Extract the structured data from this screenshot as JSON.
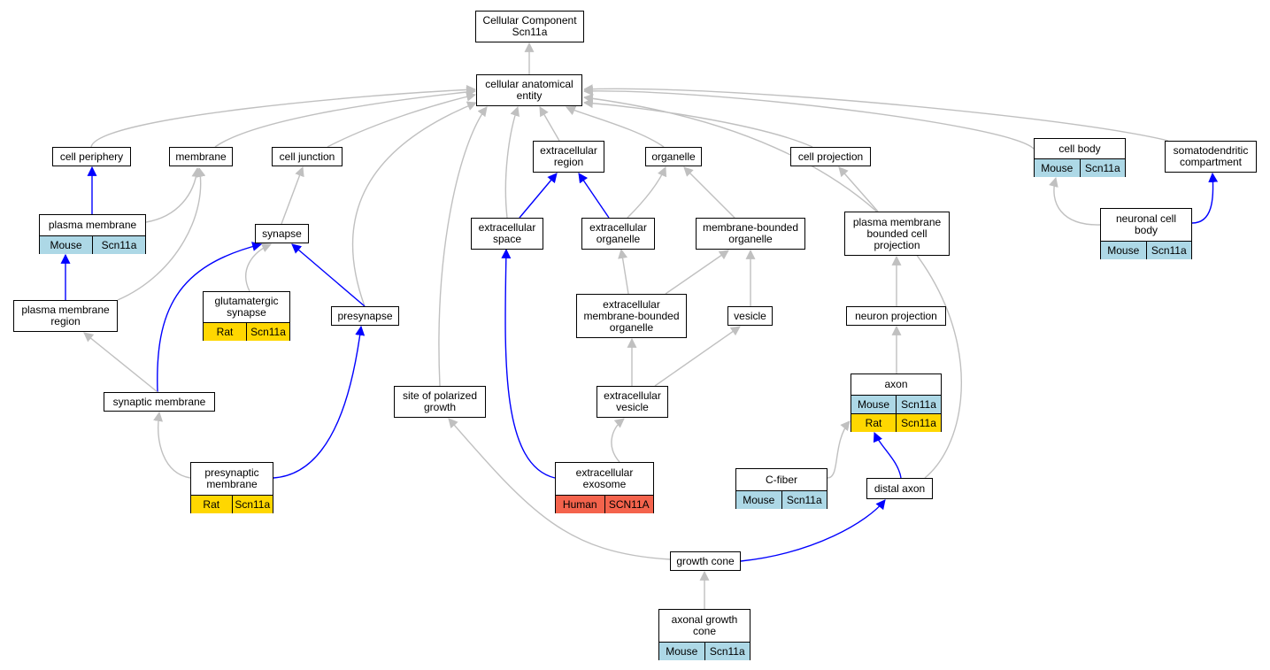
{
  "colors": {
    "edge_is_a": "#c0c0c0",
    "edge_part_of": "#0000ff",
    "mouse": "#add8e6",
    "rat": "#ffd700",
    "human": "#f4634c"
  },
  "nodes": {
    "root": {
      "label": "Cellular Component\nScn11a"
    },
    "cae": {
      "label": "cellular anatomical\nentity"
    },
    "periphery": {
      "label": "cell periphery"
    },
    "membrane": {
      "label": "membrane"
    },
    "junction": {
      "label": "cell junction"
    },
    "ecregion": {
      "label": "extracellular\nregion"
    },
    "organelle": {
      "label": "organelle"
    },
    "cellproj": {
      "label": "cell projection"
    },
    "cellbody": {
      "label": "cell body",
      "annotations": [
        {
          "species": "Mouse",
          "gene": "Scn11a",
          "color": "mouse"
        }
      ]
    },
    "somato": {
      "label": "somatodendritic\ncompartment"
    },
    "pm": {
      "label": "plasma membrane",
      "annotations": [
        {
          "species": "Mouse",
          "gene": "Scn11a",
          "color": "mouse"
        }
      ]
    },
    "synapse": {
      "label": "synapse"
    },
    "ecspace": {
      "label": "extracellular\nspace"
    },
    "ecorg": {
      "label": "extracellular\norganelle"
    },
    "mbo": {
      "label": "membrane-bounded\norganelle"
    },
    "pmbcp": {
      "label": "plasma membrane\nbounded cell\nprojection"
    },
    "neuroncb": {
      "label": "neuronal cell\nbody",
      "annotations": [
        {
          "species": "Mouse",
          "gene": "Scn11a",
          "color": "mouse"
        }
      ]
    },
    "pmr": {
      "label": "plasma membrane\nregion"
    },
    "glut": {
      "label": "glutamatergic\nsynapse",
      "annotations": [
        {
          "species": "Rat",
          "gene": "Scn11a",
          "color": "rat"
        }
      ]
    },
    "presynapse": {
      "label": "presynapse"
    },
    "ecmbo": {
      "label": "extracellular\nmembrane-bounded\norganelle"
    },
    "vesicle": {
      "label": "vesicle"
    },
    "neuronproj": {
      "label": "neuron projection"
    },
    "synmem": {
      "label": "synaptic membrane"
    },
    "polgrowth": {
      "label": "site of polarized\ngrowth"
    },
    "ecvesicle": {
      "label": "extracellular\nvesicle"
    },
    "axon": {
      "label": "axon",
      "annotations": [
        {
          "species": "Mouse",
          "gene": "Scn11a",
          "color": "mouse"
        },
        {
          "species": "Rat",
          "gene": "Scn11a",
          "color": "rat"
        }
      ]
    },
    "presynmem": {
      "label": "presynaptic\nmembrane",
      "annotations": [
        {
          "species": "Rat",
          "gene": "Scn11a",
          "color": "rat"
        }
      ]
    },
    "exosome": {
      "label": "extracellular\nexosome",
      "annotations": [
        {
          "species": "Human",
          "gene": "SCN11A",
          "color": "human"
        }
      ]
    },
    "cfiber": {
      "label": "C-fiber",
      "annotations": [
        {
          "species": "Mouse",
          "gene": "Scn11a",
          "color": "mouse"
        }
      ]
    },
    "distalaxon": {
      "label": "distal axon"
    },
    "growthcone": {
      "label": "growth cone"
    },
    "axgrowthcone": {
      "label": "axonal growth\ncone",
      "annotations": [
        {
          "species": "Mouse",
          "gene": "Scn11a",
          "color": "mouse"
        }
      ]
    }
  },
  "edges": [
    {
      "from": "cae",
      "to": "root",
      "type": "is_a"
    },
    {
      "from": "periphery",
      "to": "cae",
      "type": "is_a"
    },
    {
      "from": "membrane",
      "to": "cae",
      "type": "is_a"
    },
    {
      "from": "junction",
      "to": "cae",
      "type": "is_a"
    },
    {
      "from": "ecregion",
      "to": "cae",
      "type": "is_a"
    },
    {
      "from": "organelle",
      "to": "cae",
      "type": "is_a"
    },
    {
      "from": "cellproj",
      "to": "cae",
      "type": "is_a"
    },
    {
      "from": "cellbody",
      "to": "cae",
      "type": "is_a"
    },
    {
      "from": "somato",
      "to": "cae",
      "type": "is_a"
    },
    {
      "from": "presynapse",
      "to": "cae",
      "type": "is_a"
    },
    {
      "from": "polgrowth",
      "to": "cae",
      "type": "is_a"
    },
    {
      "from": "ecspace",
      "to": "cae",
      "type": "is_a"
    },
    {
      "from": "distalaxon",
      "to": "cae",
      "type": "is_a"
    },
    {
      "from": "pm",
      "to": "periphery",
      "type": "part_of"
    },
    {
      "from": "pm",
      "to": "membrane",
      "type": "is_a"
    },
    {
      "from": "pmr",
      "to": "pm",
      "type": "part_of"
    },
    {
      "from": "pmr",
      "to": "membrane",
      "type": "is_a"
    },
    {
      "from": "synapse",
      "to": "junction",
      "type": "is_a"
    },
    {
      "from": "glut",
      "to": "synapse",
      "type": "is_a"
    },
    {
      "from": "presynapse",
      "to": "synapse",
      "type": "part_of"
    },
    {
      "from": "synmem",
      "to": "synapse",
      "type": "part_of"
    },
    {
      "from": "synmem",
      "to": "pmr",
      "type": "is_a"
    },
    {
      "from": "presynmem",
      "to": "synmem",
      "type": "is_a"
    },
    {
      "from": "presynmem",
      "to": "presynapse",
      "type": "part_of"
    },
    {
      "from": "ecspace",
      "to": "ecregion",
      "type": "part_of"
    },
    {
      "from": "ecorg",
      "to": "ecregion",
      "type": "part_of"
    },
    {
      "from": "ecorg",
      "to": "organelle",
      "type": "is_a"
    },
    {
      "from": "mbo",
      "to": "organelle",
      "type": "is_a"
    },
    {
      "from": "ecmbo",
      "to": "ecorg",
      "type": "is_a"
    },
    {
      "from": "ecmbo",
      "to": "mbo",
      "type": "is_a"
    },
    {
      "from": "vesicle",
      "to": "mbo",
      "type": "is_a"
    },
    {
      "from": "ecvesicle",
      "to": "ecmbo",
      "type": "is_a"
    },
    {
      "from": "ecvesicle",
      "to": "vesicle",
      "type": "is_a"
    },
    {
      "from": "exosome",
      "to": "ecvesicle",
      "type": "is_a"
    },
    {
      "from": "exosome",
      "to": "ecspace",
      "type": "part_of"
    },
    {
      "from": "pmbcp",
      "to": "cellproj",
      "type": "is_a"
    },
    {
      "from": "neuronproj",
      "to": "pmbcp",
      "type": "is_a"
    },
    {
      "from": "axon",
      "to": "neuronproj",
      "type": "is_a"
    },
    {
      "from": "cfiber",
      "to": "axon",
      "type": "is_a"
    },
    {
      "from": "distalaxon",
      "to": "axon",
      "type": "part_of"
    },
    {
      "from": "growthcone",
      "to": "distalaxon",
      "type": "part_of"
    },
    {
      "from": "growthcone",
      "to": "polgrowth",
      "type": "is_a"
    },
    {
      "from": "axgrowthcone",
      "to": "growthcone",
      "type": "is_a"
    },
    {
      "from": "neuroncb",
      "to": "cellbody",
      "type": "is_a"
    },
    {
      "from": "neuroncb",
      "to": "somato",
      "type": "part_of"
    }
  ]
}
